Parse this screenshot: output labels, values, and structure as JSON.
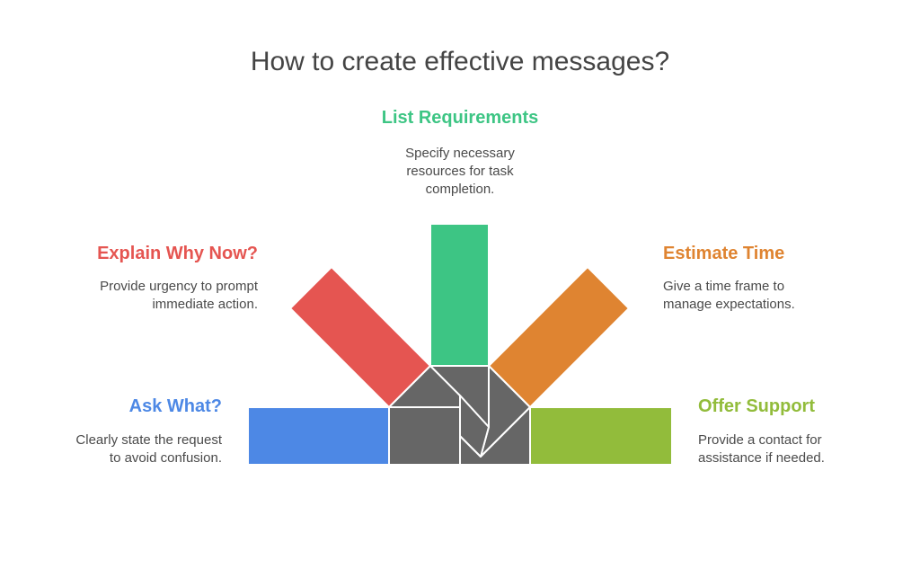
{
  "title": "How to create effective messages?",
  "colors": {
    "blue": "#4D88E5",
    "red": "#E55551",
    "green": "#3DC584",
    "orange": "#DF8431",
    "lime": "#92BC3B",
    "hub": "#666666",
    "title": "#444444",
    "text": "#4a4a4a"
  },
  "steps": [
    {
      "id": "ask-what",
      "heading": "Ask What?",
      "desc_lines": [
        "Clearly state the request",
        "to avoid confusion."
      ],
      "color": "#4D88E5"
    },
    {
      "id": "explain-why-now",
      "heading": "Explain Why Now?",
      "desc_lines": [
        "Provide urgency to prompt",
        "immediate action."
      ],
      "color": "#E55551"
    },
    {
      "id": "list-requirements",
      "heading": "List Requirements",
      "desc_lines": [
        "Specify necessary",
        "resources for task",
        "completion."
      ],
      "color": "#3DC584"
    },
    {
      "id": "estimate-time",
      "heading": "Estimate Time",
      "desc_lines": [
        "Give a time frame to",
        "manage expectations."
      ],
      "color": "#DF8431"
    },
    {
      "id": "offer-support",
      "heading": "Offer Support",
      "desc_lines": [
        "Provide a contact for",
        "assistance if needed."
      ],
      "color": "#92BC3B"
    }
  ]
}
